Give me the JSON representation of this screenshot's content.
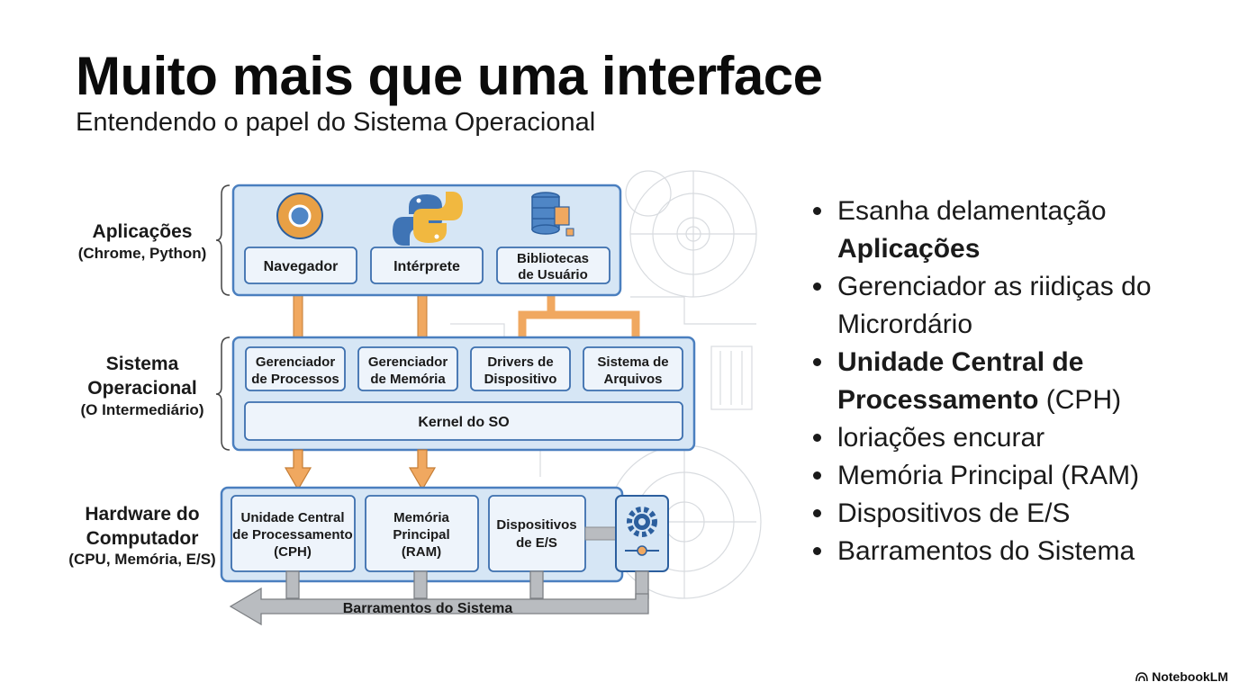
{
  "title": "Muito mais que uma interface",
  "subtitle": "Entendendo o papel do Sistema Operacional",
  "layers": {
    "apps": {
      "title": "Aplicações",
      "note": "(Chrome, Python)"
    },
    "os": {
      "title1": "Sistema",
      "title2": "Operacional",
      "note": "(O Intermediário)"
    },
    "hw": {
      "title1": "Hardware do",
      "title2": "Computador",
      "note": "(CPU, Memória, E/S)"
    }
  },
  "apps_boxes": {
    "browser": "Navegador",
    "interpreter": "Intérprete",
    "libs1": "Bibliotecas",
    "libs2": "de Usuário"
  },
  "os_boxes": {
    "proc1": "Gerenciador",
    "proc2": "de Processos",
    "mem1": "Gerenciador",
    "mem2": "de Memória",
    "drv1": "Drivers de",
    "drv2": "Dispositivo",
    "fs1": "Sistema de",
    "fs2": "Arquivos",
    "kernel": "Kernel do SO"
  },
  "hw_boxes": {
    "cpu1": "Unidade Central",
    "cpu2": "de Processamento",
    "cpu3": "(CPH)",
    "ram1": "Memória",
    "ram2": "Principal",
    "ram3": "(RAM)",
    "io1": "Dispositivos",
    "io2": "de E/S"
  },
  "bus_label": "Barramentos do Sistema",
  "bullets": [
    {
      "normal": "Esanha delamentação",
      "bold_line": "Aplicações"
    },
    {
      "normal": "Gerenciador as riidiças do",
      "normal2": "Micrordário"
    },
    {
      "bold1": "Unidade Central de",
      "bold2": "Processamento",
      "tail": " (CPH)"
    },
    {
      "normal": "Ɩoriações encurar"
    },
    {
      "normal": "Memória Principal (RAM)"
    },
    {
      "normal": "Dispositivos de E/S"
    },
    {
      "normal": "Barramentos do Sistema"
    }
  ],
  "watermark": "NotebookLM",
  "colors": {
    "panel_fill": "#d6e6f5",
    "panel_stroke": "#4a7fbf",
    "box_fill": "#eef4fb",
    "arrow_orange": "#f0a860",
    "bus_gray": "#b9bcc0"
  },
  "icons": [
    "chrome-icon",
    "python-icon",
    "database-icon",
    "gear-icon"
  ]
}
